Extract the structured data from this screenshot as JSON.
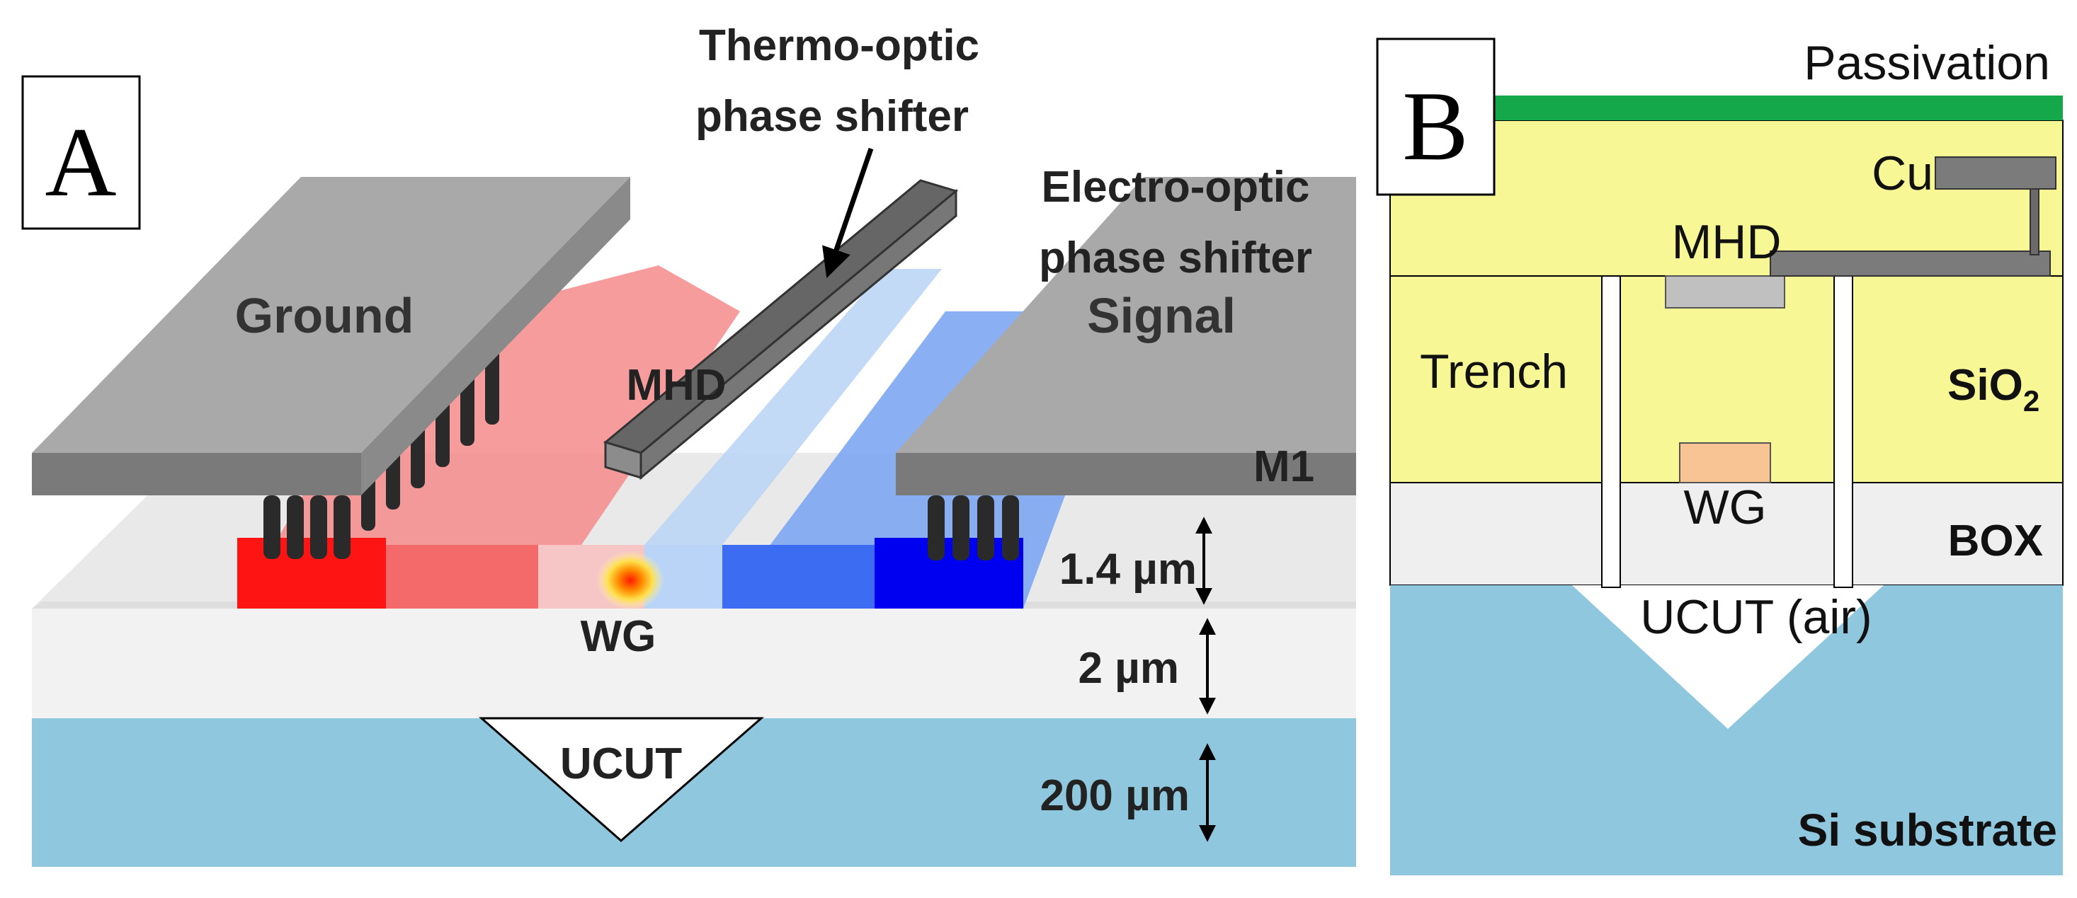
{
  "panel_a": {
    "letter": "A",
    "labels": {
      "thermo_line1": "Thermo-optic",
      "thermo_line2": "phase shifter",
      "electro_line1": "Electro-optic",
      "electro_line2": "phase shifter",
      "ground": "Ground",
      "signal": "Signal",
      "mhd": "MHD",
      "m1": "M1",
      "wg": "WG",
      "ucut": "UCUT"
    },
    "dimensions": {
      "d1": "1.4 µm",
      "d2": "2 µm",
      "d3": "200 µm"
    }
  },
  "panel_b": {
    "letter": "B",
    "labels": {
      "passivation": "Passivation",
      "cu": "Cu",
      "mhd": "MHD",
      "trench": "Trench",
      "sio2_main": "SiO",
      "sio2_sub": "2",
      "wg": "WG",
      "box": "BOX",
      "ucut": "UCUT (air)",
      "si_substrate": "Si substrate"
    }
  },
  "colors": {
    "substrate": "#8fc7df",
    "box_layer": "#efefef",
    "oxide_b": "#f7f795",
    "passivation": "#15a84a",
    "metal": "#8f8f8f",
    "metal_dark": "#6c6c6c",
    "p_doped": "#ff2020",
    "n_doped": "#1030ff",
    "wg_b": "#f9c493"
  }
}
